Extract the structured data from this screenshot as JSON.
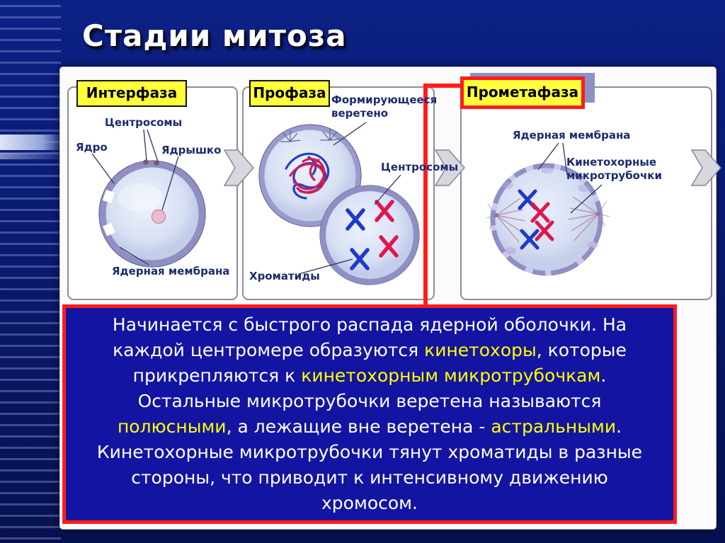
{
  "slide": {
    "title": "Стадии митоза"
  },
  "stages": [
    {
      "label": "Интерфаза",
      "callouts": [
        "Центросомы",
        "Ядро",
        "Ядрышко",
        "Ядерная мембрана"
      ]
    },
    {
      "label": "Профаза",
      "callouts": [
        "Формирующееся веретено",
        "Центросомы",
        "Хроматиды"
      ]
    },
    {
      "label": "Прометафаза",
      "callouts": [
        "Ядерная мембрана",
        "Кинетохорные микротрубочки"
      ]
    }
  ],
  "description": {
    "segments": [
      {
        "text": "Начинается с быстрого распада ядерной оболочки. На каждой центромере образуются ",
        "style": "normal"
      },
      {
        "text": "кинетохоры",
        "style": "highlight"
      },
      {
        "text": ", которые прикрепляются к ",
        "style": "normal"
      },
      {
        "text": "кинетохорным микротрубочкам",
        "style": "highlight"
      },
      {
        "text": ". Остальные микротрубочки веретена называются ",
        "style": "normal"
      },
      {
        "text": "полюсными",
        "style": "highlight"
      },
      {
        "text": ", а лежащие вне веретена - ",
        "style": "normal"
      },
      {
        "text": "астральными",
        "style": "highlight"
      },
      {
        "text": ". Кинетохорные микротрубочки тянут хроматиды в разные стороны, что приводит к интенсивному движению хромосом.",
        "style": "normal"
      }
    ]
  },
  "colors": {
    "accent_red": "#ff1c1c",
    "highlight_yellow": "#ffff00",
    "label_bg": "#ffff3c",
    "description_bg": "#1414a2",
    "title_color": "#ffffff",
    "callout_color": "#1c2a6e"
  }
}
